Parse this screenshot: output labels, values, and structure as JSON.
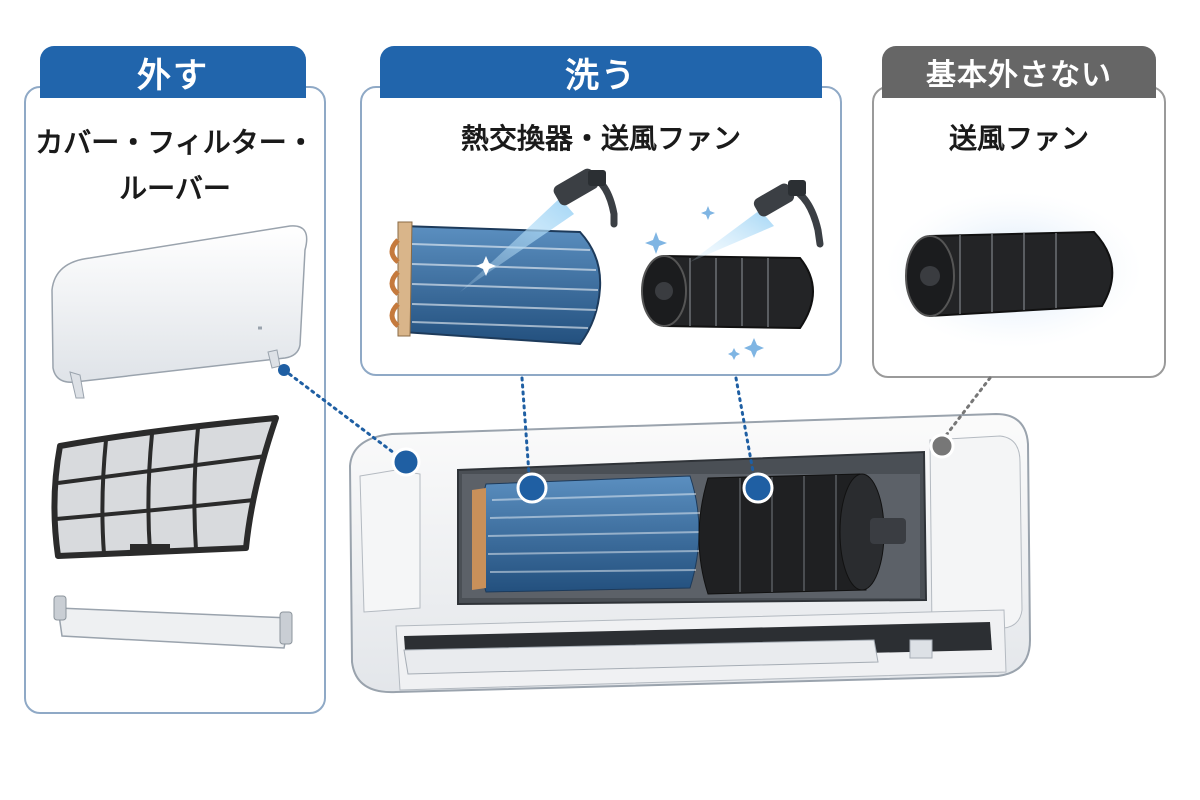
{
  "panels": {
    "remove": {
      "tab_label": "外す",
      "subtitle_line1": "カバー・フィルター・",
      "subtitle_line2": "ルーバー",
      "color": "#2165ac"
    },
    "wash": {
      "tab_label": "洗う",
      "subtitle": "熱交換器・送風ファン",
      "color": "#2165ac"
    },
    "keep": {
      "tab_label": "基本外さない",
      "subtitle": "送風ファン",
      "color": "#666666"
    }
  },
  "components": [
    "front-cover",
    "filter",
    "louver",
    "heat-exchanger",
    "blower-fan",
    "spray-nozzle",
    "air-conditioner-unit"
  ],
  "colors": {
    "accent_blue": "#2165ac",
    "connector_blue": "#1f5fa3",
    "connector_gray": "#777777"
  }
}
